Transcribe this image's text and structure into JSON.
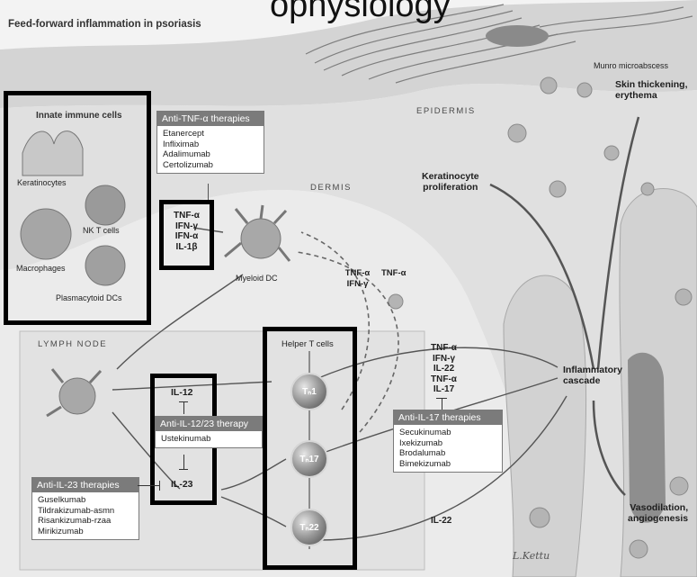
{
  "top_banner": "ophysiology",
  "title": "Feed-forward inflammation in psoriasis",
  "regions": {
    "epidermis": "EPIDERMIS",
    "dermis": "DERMIS",
    "lymph_node": "LYMPH NODE"
  },
  "innate": {
    "title": "Innate immune cells",
    "keratinocytes": "Keratinocytes",
    "nk_t_cells": "NK T cells",
    "macrophages": "Macrophages",
    "plasmacytoid_dcs": "Plasmacytoid DCs"
  },
  "anti_tnf": {
    "title": "Anti-TNF-α therapies",
    "drugs": [
      "Etanercept",
      "Infliximab",
      "Adalimumab",
      "Certolizumab"
    ]
  },
  "innate_cytokines": [
    "TNF-α",
    "IFN-γ",
    "IFN-α",
    "IL-1β"
  ],
  "myeloid_dc": "Myeloid DC",
  "dc_feedback": {
    "left": [
      "TNF-α",
      "IFN-γ"
    ],
    "right": "TNF-α"
  },
  "helper_t": {
    "title": "Helper T cells",
    "th1": "Tₙ1",
    "th17": "Tₙ17",
    "th22": "Tₙ22"
  },
  "il12": "IL-12",
  "il23": "IL-23",
  "anti_il12_23": {
    "title": "Anti-IL-12/23 therapy",
    "drugs": [
      "Ustekinumab"
    ]
  },
  "anti_il23": {
    "title": "Anti-IL-23 therapies",
    "drugs": [
      "Guselkumab",
      "Tildrakizumab-asmn",
      "Risankizumab-rzaa",
      "Mirikizumab"
    ]
  },
  "th1_cytokines": [
    "TNF-α",
    "IFN-γ"
  ],
  "th17_cytokines": [
    "IL-22",
    "TNF-α",
    "IL-17"
  ],
  "th22_cytokine": "IL-22",
  "anti_il17": {
    "title": "Anti-IL-17 therapies",
    "drugs": [
      "Secukinumab",
      "Ixekizumab",
      "Brodalumab",
      "Bimekizumab"
    ]
  },
  "outcomes": {
    "inflammatory_cascade": [
      "Inflammatory",
      "cascade"
    ],
    "keratinocyte_proliferation": [
      "Keratinocyte",
      "proliferation"
    ],
    "skin_thickening": [
      "Skin thickening,",
      "erythema"
    ],
    "vasodilation": [
      "Vasodilation,",
      "angiogenesis"
    ],
    "munro": "Munro microabscess"
  },
  "signature": "L.Kettu"
}
